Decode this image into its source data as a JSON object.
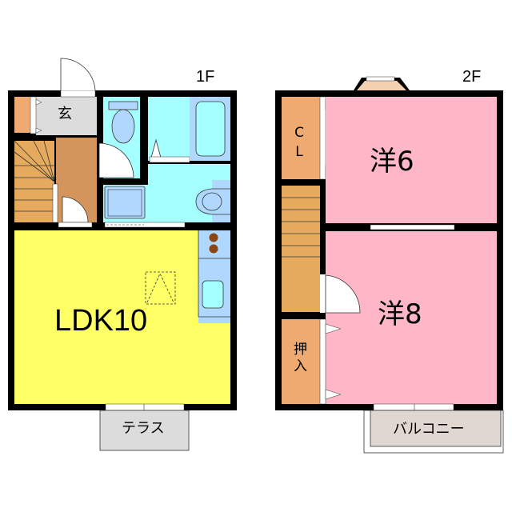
{
  "floors": [
    {
      "label": "1F",
      "rooms": {
        "ldk": "LDK10",
        "entrance": "玄",
        "terrace": "テラス"
      }
    },
    {
      "label": "2F",
      "rooms": {
        "western6": "洋6",
        "western8": "洋8",
        "closet": "CL",
        "oshiire": "押入",
        "balcony": "バルコニー"
      }
    }
  ],
  "colors": {
    "wall": "#000000",
    "ldk": "#ffff66",
    "entrance": "#dcdcdc",
    "hall": "#d4955c",
    "stairs": "#e6aa5e",
    "storage": "#eeaa70",
    "wet_area": "#a6ffff",
    "fixture": "#b0d8ff",
    "western": "#ffb6c6",
    "terrace": "#dcdcdc",
    "balcony": "#e0d8d0",
    "bay": "#f3d0b0",
    "stove": "#8b4513"
  }
}
